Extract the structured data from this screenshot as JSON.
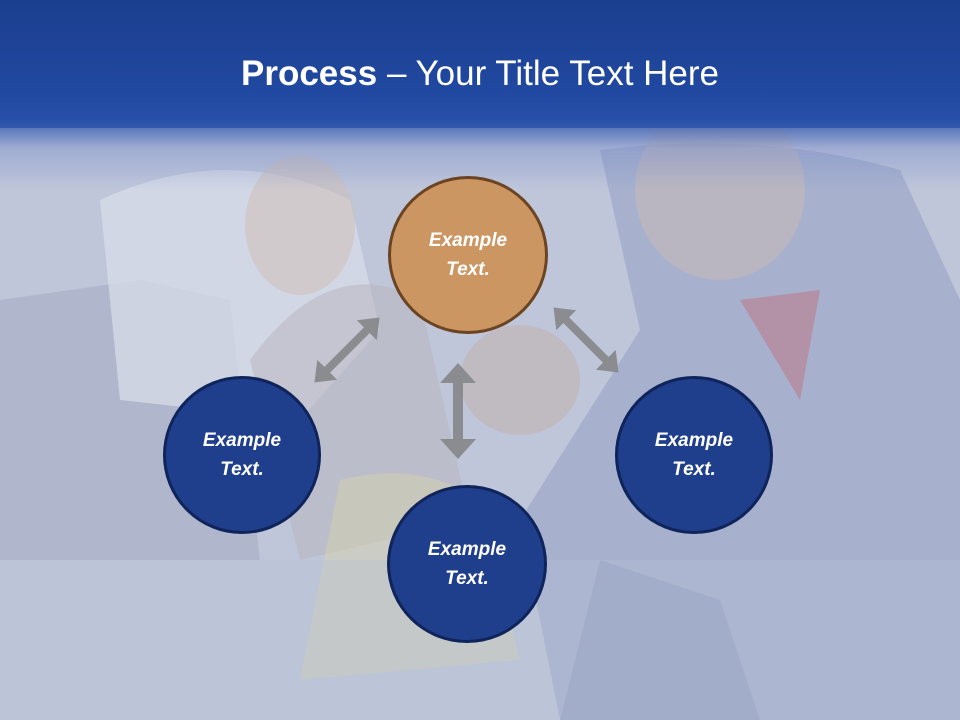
{
  "title": {
    "bold": "Process",
    "rest": " – Your Title Text Here"
  },
  "nodes": {
    "top": {
      "line1": "Example",
      "line2": "Text."
    },
    "left": {
      "line1": "Example",
      "line2": "Text."
    },
    "right": {
      "line1": "Example",
      "line2": "Text."
    },
    "bottom": {
      "line1": "Example",
      "line2": "Text."
    }
  },
  "colors": {
    "header": "#2148a0",
    "node_blue": "#1f3f8c",
    "node_orange": "#cc9663",
    "arrow": "#8a8c90"
  }
}
